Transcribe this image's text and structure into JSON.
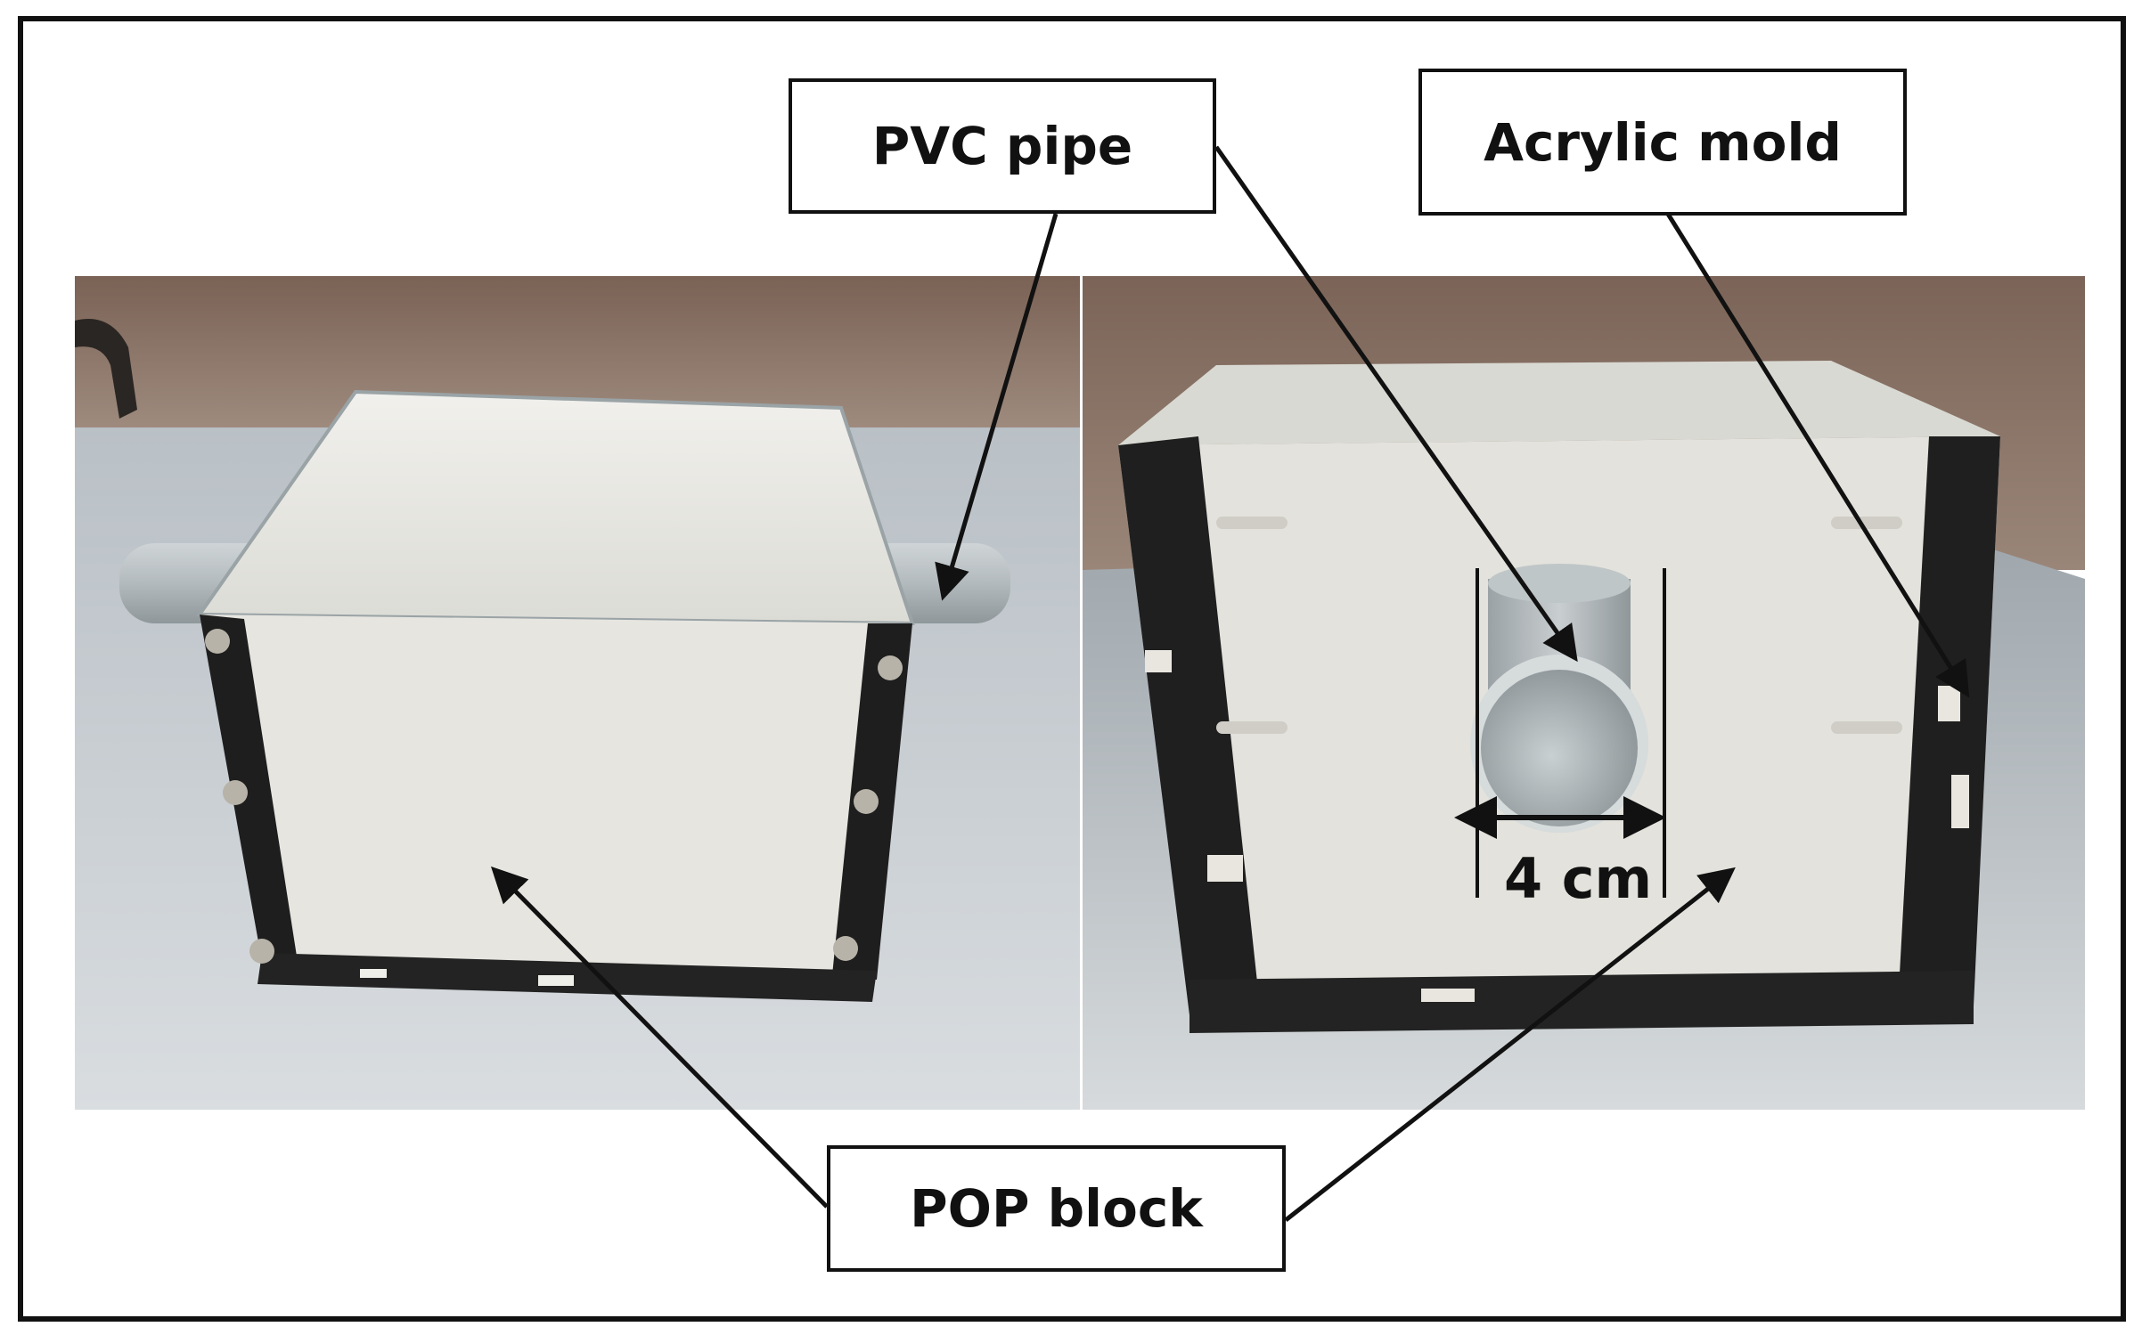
{
  "labels": {
    "pvc_pipe": "PVC pipe",
    "acrylic_mold": "Acrylic mold",
    "pop_block": "POP block",
    "dimension": "4 cm"
  },
  "photos": {
    "left": "photo-side-view",
    "right": "photo-front-view"
  },
  "colors": {
    "frame": "#111111",
    "arrow": "#111111",
    "wall": "#8a7466",
    "table": "#c9ced2",
    "block": "#e4e3df",
    "mold_edge": "#1c1c1c",
    "pipe": "#aeb5b8"
  }
}
